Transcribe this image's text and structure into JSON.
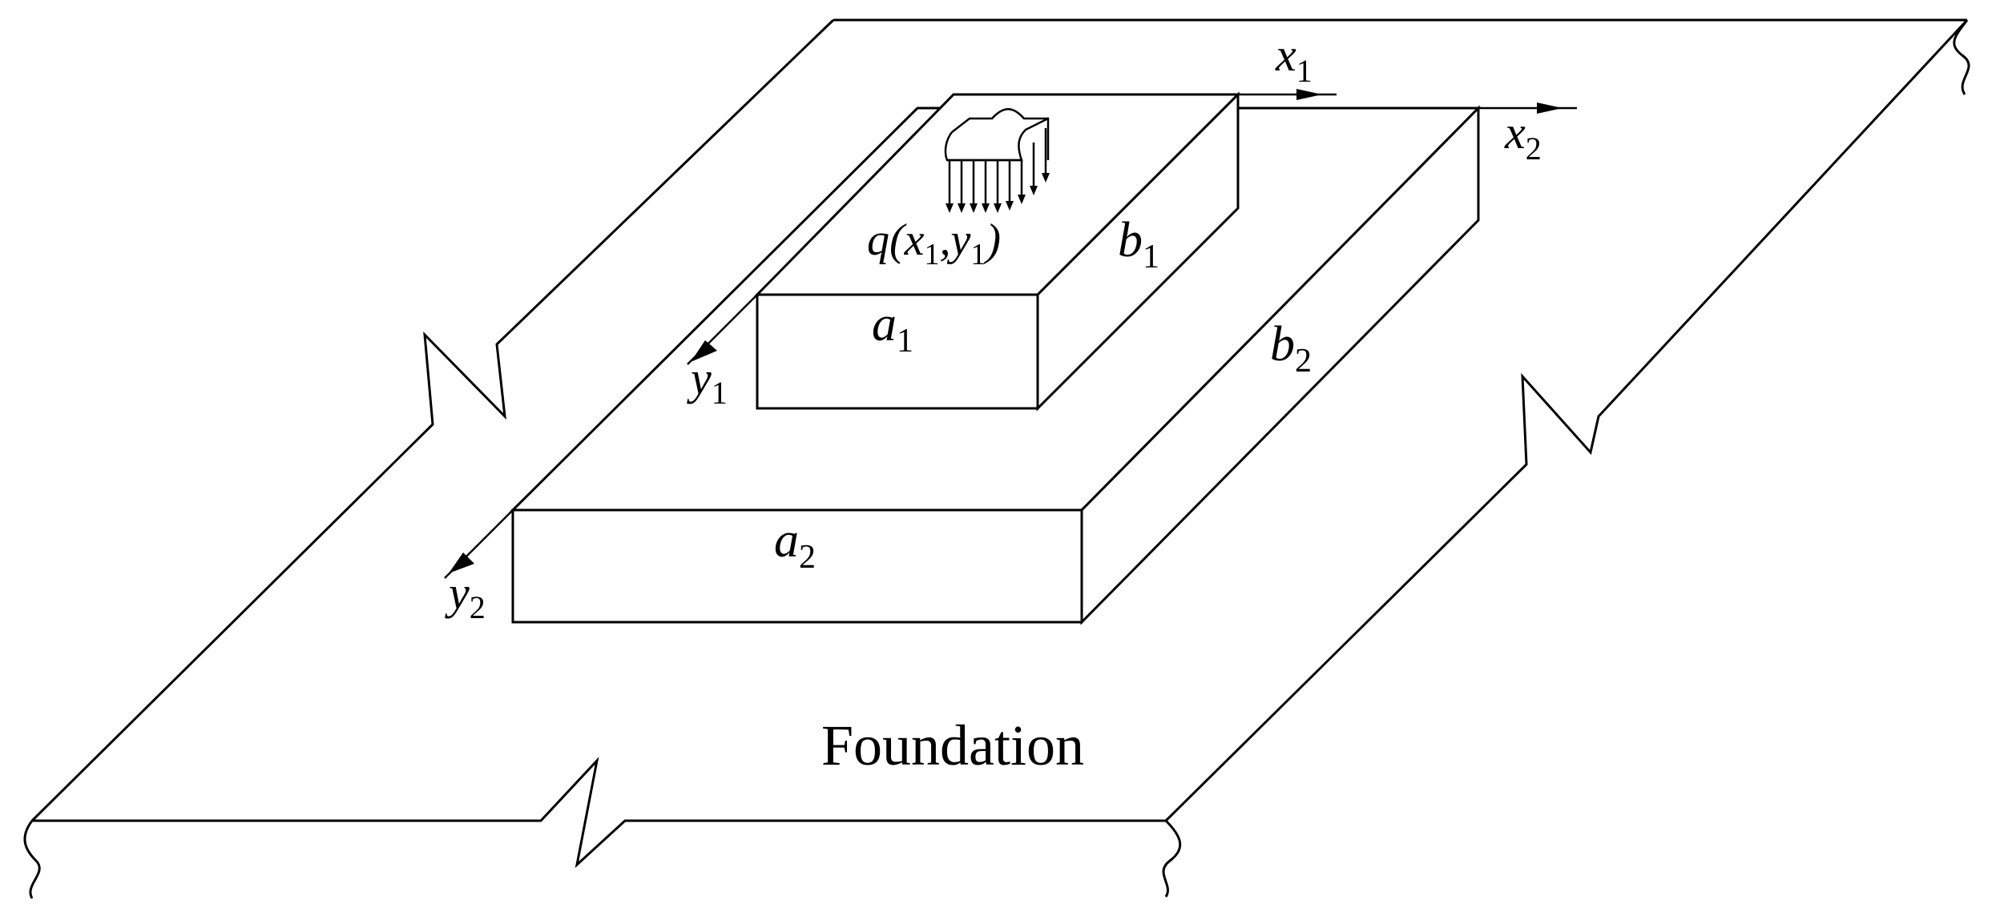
{
  "labels": {
    "x1": {
      "base": "x",
      "sub": "1"
    },
    "x2": {
      "base": "x",
      "sub": "2"
    },
    "y1": {
      "base": "y",
      "sub": "1"
    },
    "y2": {
      "base": "y",
      "sub": "2"
    },
    "a1": {
      "base": "a",
      "sub": "1"
    },
    "a2": {
      "base": "a",
      "sub": "2"
    },
    "b1": {
      "base": "b",
      "sub": "1"
    },
    "b2": {
      "base": "b",
      "sub": "2"
    },
    "load": {
      "func": "q",
      "open": "(",
      "xbase": "x",
      "xsub": "1",
      "comma": ",",
      "ybase": "y",
      "ysub": "1",
      "close": ")"
    },
    "foundation": "Foundation"
  },
  "colors": {
    "stroke": "#000000",
    "background": "#ffffff"
  }
}
